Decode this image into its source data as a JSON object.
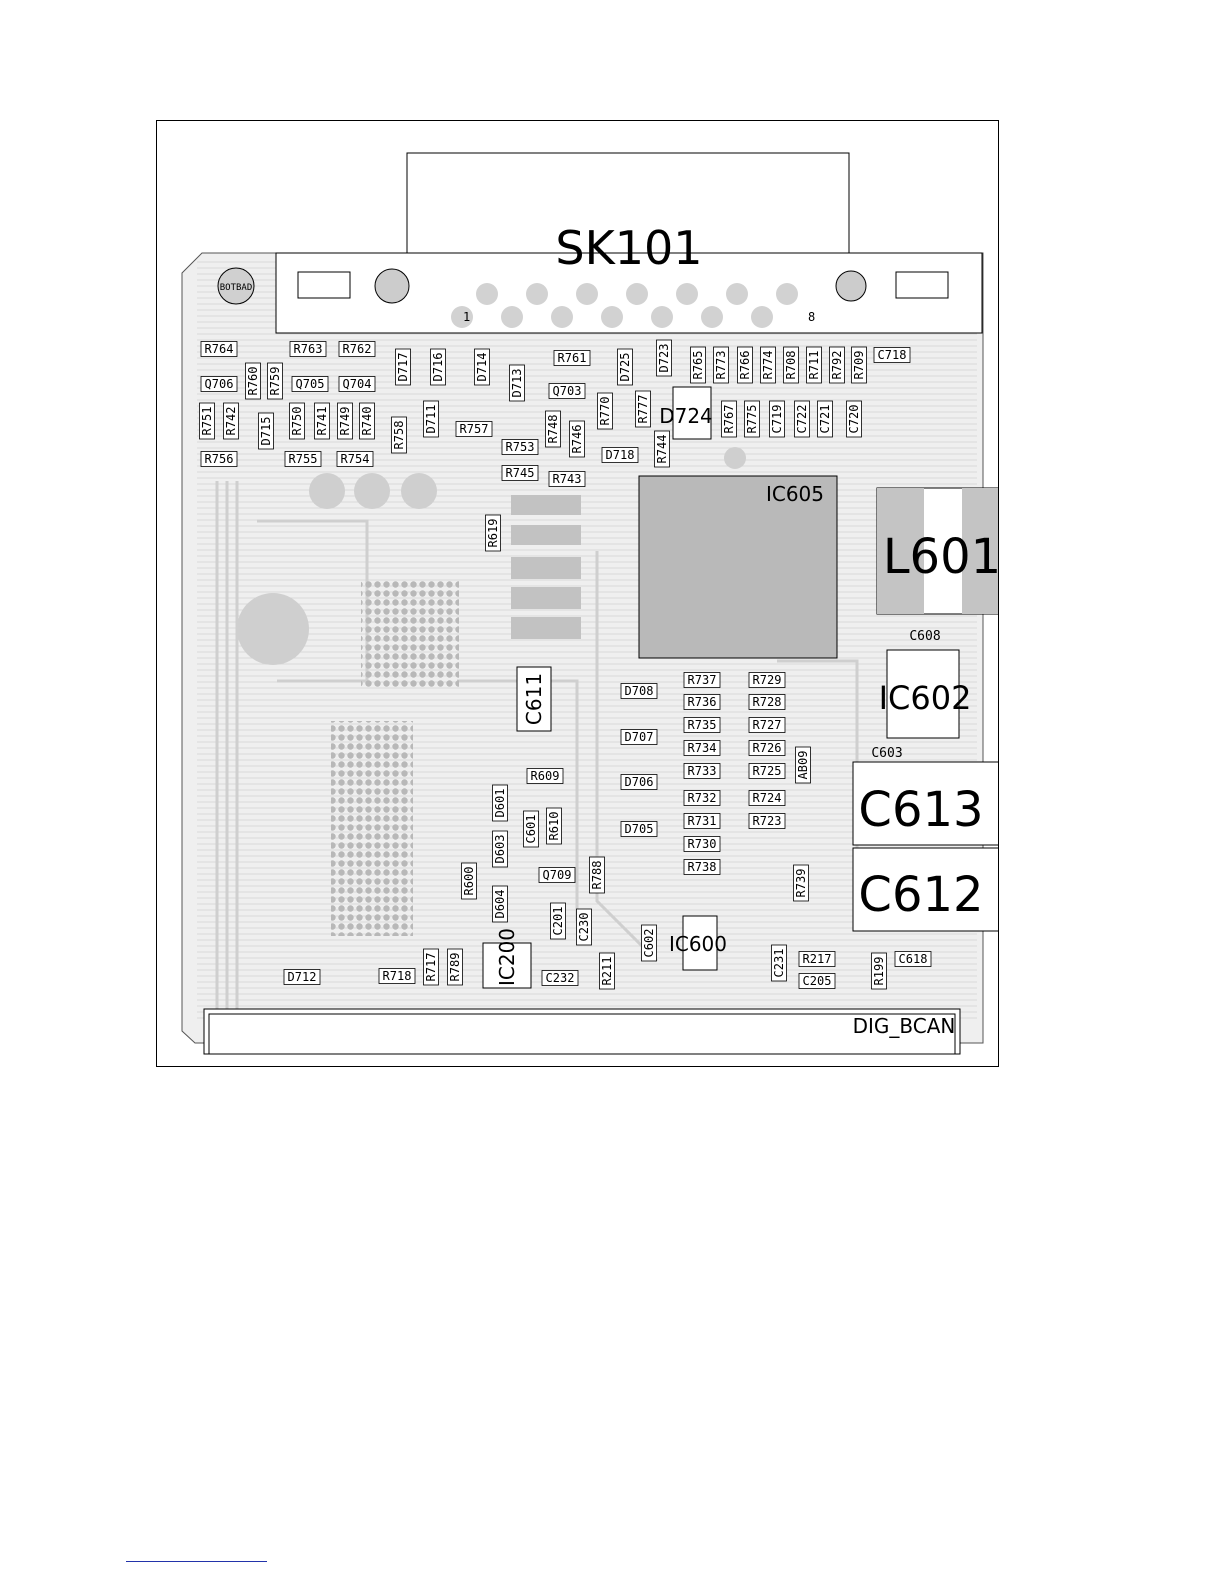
{
  "connector": {
    "name": "SK101",
    "pin_first": "1",
    "pin_last": "8",
    "mount_label": "BOTBAD"
  },
  "large_parts": {
    "ic605": "IC605",
    "l601": "L601",
    "ic602": "IC602",
    "c613": "C613",
    "c612": "C612",
    "c611": "C611",
    "ic600": "IC600",
    "ic200": "IC200",
    "d724": "D724",
    "dig_bcan": "DIG_BCAN",
    "c608": "C608",
    "c603": "C603"
  },
  "small_labels": [
    "R764",
    "R763",
    "R762",
    "R761",
    "R765",
    "R773",
    "R766",
    "R774",
    "R708",
    "R711",
    "R792",
    "R709",
    "C718",
    "Q706",
    "R760",
    "R759",
    "Q705",
    "Q704",
    "D717",
    "D716",
    "D714",
    "D713",
    "Q703",
    "D725",
    "D723",
    "R751",
    "R742",
    "D715",
    "R750",
    "R741",
    "R749",
    "R740",
    "R758",
    "D711",
    "R757",
    "R748",
    "R746",
    "R770",
    "R777",
    "R767",
    "R775",
    "C719",
    "C722",
    "C721",
    "C720",
    "R756",
    "R755",
    "R754",
    "R753",
    "R745",
    "R743",
    "D718",
    "R744",
    "R619",
    "D708",
    "D707",
    "D706",
    "D705",
    "R737",
    "R736",
    "R735",
    "R734",
    "R733",
    "R732",
    "R731",
    "R730",
    "R738",
    "R729",
    "R728",
    "R727",
    "R726",
    "R725",
    "R724",
    "R723",
    "AB09",
    "R739",
    "R609",
    "D601",
    "C601",
    "R610",
    "D603",
    "Q709",
    "R788",
    "R600",
    "D604",
    "C201",
    "C230",
    "C602",
    "C231",
    "R217",
    "C205",
    "R199",
    "C618",
    "D712",
    "R718",
    "R717",
    "R789",
    "C232",
    "R211"
  ],
  "footer": {
    "rule_color": "#2233aa"
  }
}
